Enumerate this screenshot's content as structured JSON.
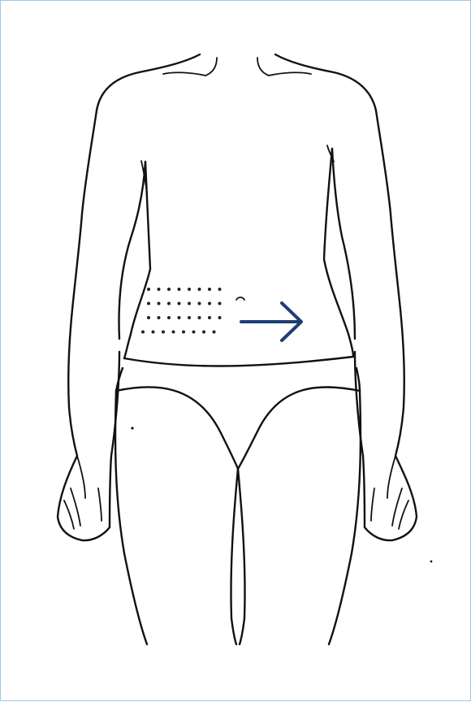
{
  "figure": {
    "subject": "front-view-lower-torso",
    "colors": {
      "frame_border": "#9cc9e6",
      "line_art": "#111111",
      "arrow": "#1d3f73",
      "dots": "#222222"
    },
    "injection_site_grid": {
      "rows": 4,
      "columns": 8
    },
    "arrow_direction": "right"
  }
}
